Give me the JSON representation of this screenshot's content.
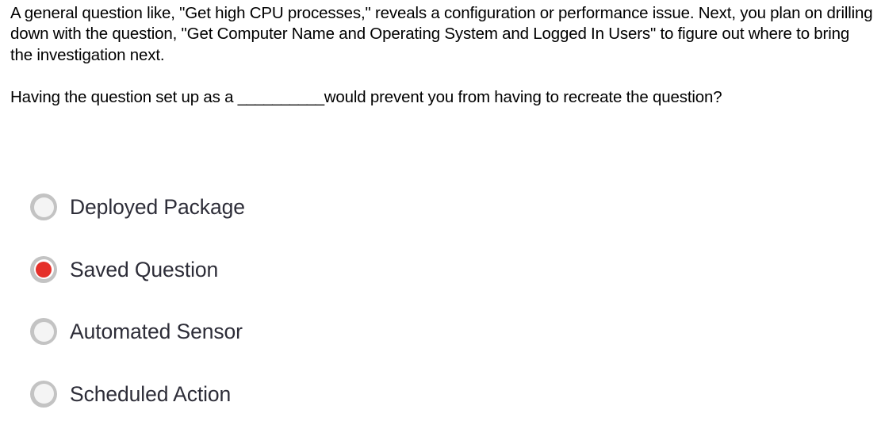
{
  "question": {
    "paragraph_1": "A general question like, \"Get high CPU processes,\" reveals a configuration or performance issue. Next, you plan on drilling down with the question, \"Get Computer Name and Operating System and Logged In Users\" to figure out where to bring the investigation next.",
    "paragraph_2_before_blank": "Having the question set up as a ",
    "blank": "__________",
    "paragraph_2_after_blank": "would prevent you from having to recreate the question?"
  },
  "options": [
    {
      "label": "Deployed Package",
      "selected": false
    },
    {
      "label": "Saved Question",
      "selected": true
    },
    {
      "label": "Automated Sensor",
      "selected": false
    },
    {
      "label": "Scheduled Action",
      "selected": false
    }
  ],
  "colors": {
    "selected_radio_fill": "#e5302a",
    "radio_ring": "#c3c3c3",
    "radio_inner": "#f4f4f4",
    "option_text": "#2d2d38",
    "stem_text": "#000000",
    "background": "#ffffff"
  }
}
